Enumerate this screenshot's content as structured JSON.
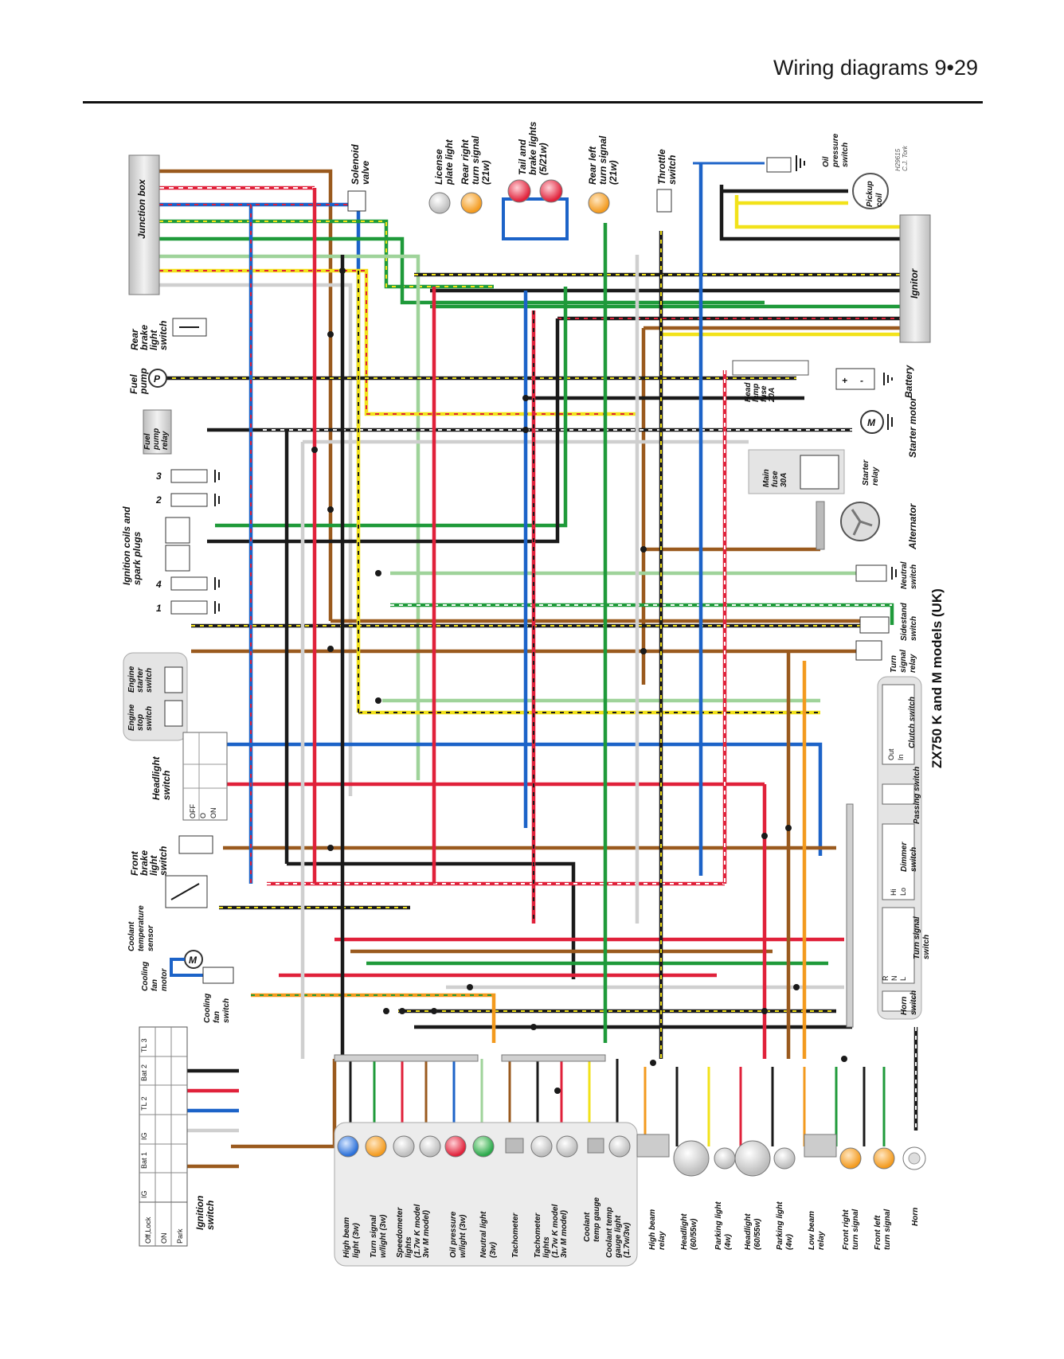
{
  "header": {
    "title": "Wiring diagrams 9•29"
  },
  "diagram": {
    "title": "ZX750 K and M models (UK)",
    "credit": [
      "H29615",
      "C.J. Tork"
    ],
    "components": {
      "junction_box": "Junction box",
      "rear_brake_light_switch": [
        "Rear",
        "brake",
        "light",
        "switch"
      ],
      "fuel_pump": [
        "Fuel",
        "pump"
      ],
      "fuel_pump_relay": [
        "Fuel",
        "pump",
        "relay"
      ],
      "ignition_coils": [
        "Ignition coils and",
        "spark plugs"
      ],
      "engine_starter_switch": [
        "Engine",
        "starter",
        "switch"
      ],
      "engine_stop_switch": [
        "Engine",
        "stop",
        "switch"
      ],
      "headlight_switch": [
        "Headlight",
        "switch"
      ],
      "front_brake_light_switch": [
        "Front",
        "brake",
        "light",
        "switch"
      ],
      "coolant_temperature_sensor": [
        "Coolant",
        "temperature",
        "sensor"
      ],
      "cooling_fan_motor": [
        "Cooling",
        "fan",
        "motor"
      ],
      "cooling_fan_switch": [
        "Cooling",
        "fan",
        "switch"
      ],
      "ignition_switch": [
        "Ignition",
        "switch"
      ],
      "solenoid_valve": [
        "Solenoid",
        "valve"
      ],
      "license_plate_light": [
        "License",
        "plate light"
      ],
      "rear_right_turn_signal": [
        "Rear right",
        "turn signal",
        "(21w)"
      ],
      "tail_brake_lights": [
        "Tail and",
        "brake lights",
        "(5/21w)"
      ],
      "rear_left_turn_signal": [
        "Rear left",
        "turn signal",
        "(21w)"
      ],
      "throttle_switch": [
        "Throttle",
        "switch"
      ],
      "oil_pressure_switch": [
        "Oil",
        "pressure",
        "switch"
      ],
      "pickup_coil": [
        "Pickup",
        "coil"
      ],
      "ignitor": "Ignitor",
      "head_lamp_fuse": [
        "Head",
        "lamp",
        "fuse",
        "20A"
      ],
      "battery": "Battery",
      "starter_motor": "Starter motor",
      "main_fuse": [
        "Main",
        "fuse",
        "30A"
      ],
      "starter_relay": [
        "Starter",
        "relay"
      ],
      "alternator": "Alternator",
      "neutral_switch": [
        "Neutral",
        "switch"
      ],
      "sidestand_switch": [
        "Sidestand",
        "switch"
      ],
      "turn_signal_relay": [
        "Turn",
        "signal",
        "relay"
      ],
      "clutch_switch": "Clutch switch",
      "passing_switch": "Passing switch",
      "dimmer_switch": [
        "Dimmer",
        "switch"
      ],
      "turn_signal_switch": [
        "Turn signal",
        "switch"
      ],
      "horn_switch": [
        "Horn",
        "switch"
      ],
      "high_beam_relay": [
        "High beam",
        "relay"
      ],
      "headlight_1": [
        "Headlight",
        "(60/55w)"
      ],
      "parking_light_1": [
        "Parking light",
        "(4w)"
      ],
      "headlight_2": [
        "Headlight",
        "(60/55w)"
      ],
      "parking_light_2": [
        "Parking light",
        "(4w)"
      ],
      "low_beam_relay": [
        "Low beam",
        "relay"
      ],
      "front_right_turn_signal": [
        "Front right",
        "turn signal"
      ],
      "front_left_turn_signal": [
        "Front left",
        "turn signal"
      ],
      "horn": "Horn"
    },
    "instruments": {
      "high_beam_light": [
        "High beam",
        "light (3w)"
      ],
      "turn_signal_light": [
        "Turn signal",
        "w/light (3w)"
      ],
      "speedometer_lights": [
        "Speedometer",
        "lights",
        "(1.7w K model",
        "3w M model)"
      ],
      "oil_pressure_light": [
        "Oil pressure",
        "w/light (3w)"
      ],
      "neutral_light": [
        "Neutral light",
        "(3w)"
      ],
      "tachometer": "Tachometer",
      "tachometer_lights": [
        "Tachometer",
        "lights",
        "(1.7w K model",
        "3w M model)"
      ],
      "coolant_temp_gauge": [
        "Coolant",
        "temp gauge"
      ],
      "coolant_temp_gauge_light": [
        "Coolant temp",
        "gauge light",
        "(1.7w/3w)"
      ]
    },
    "ignition_switch_table": {
      "columns": [
        "IG",
        "Bat 1",
        "IG",
        "TL 2",
        "Bat 2",
        "TL 3"
      ],
      "rows": [
        "Off,Lock",
        "ON",
        "Park"
      ]
    },
    "headlight_switch_positions": [
      "OFF",
      "O",
      "ON"
    ],
    "clutch_switch_positions": [
      "Out",
      "In"
    ],
    "dimmer_positions": [
      "Hi",
      "Lo"
    ],
    "turn_switch_positions": [
      "R",
      "N",
      "L"
    ],
    "coil_numbers": [
      "1",
      "2",
      "3",
      "4"
    ],
    "fuel_pump_symbol": "P",
    "motor_symbol": "M",
    "battery_symbols": [
      "+",
      "-"
    ],
    "wire_colors": {
      "black": "#1a1a1a",
      "brown": "#9a5a1e",
      "red": "#e0213a",
      "blue": "#1c63c8",
      "green": "#1f9a3a",
      "light_green": "#9fd39a",
      "yellow": "#f2e21a",
      "orange": "#f39a1e",
      "grey": "#b9b9b9",
      "white": "#ffffff",
      "pink": "#f4a7b9"
    }
  }
}
